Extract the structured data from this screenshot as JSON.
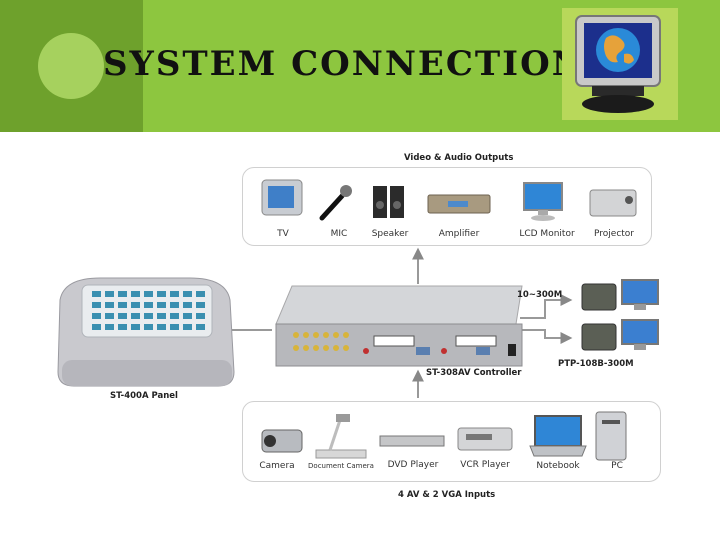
{
  "header": {
    "title": "SYSTEM CONNECTION",
    "monitor_icon": "globe-monitor-icon",
    "colors": {
      "green": "#8dc63f",
      "dark_green": "#6ea12c",
      "circle": "#a6d15e"
    }
  },
  "diagram": {
    "outputs_title": "Video & Audio Outputs",
    "output_devices": [
      "TV",
      "MIC",
      "Speaker",
      "Amplifier",
      "LCD Monitor",
      "Projector"
    ],
    "inputs_title": "4 AV & 2 VGA Inputs",
    "input_devices": [
      "Camera",
      "Document Camera",
      "DVD Player",
      "VCR Player",
      "Notebook",
      "PC"
    ],
    "panel_label": "ST-400A Panel",
    "controller_label": "ST-308AV Controller",
    "range_label": "10~300M",
    "extender_label": "PTP-108B-300M"
  }
}
